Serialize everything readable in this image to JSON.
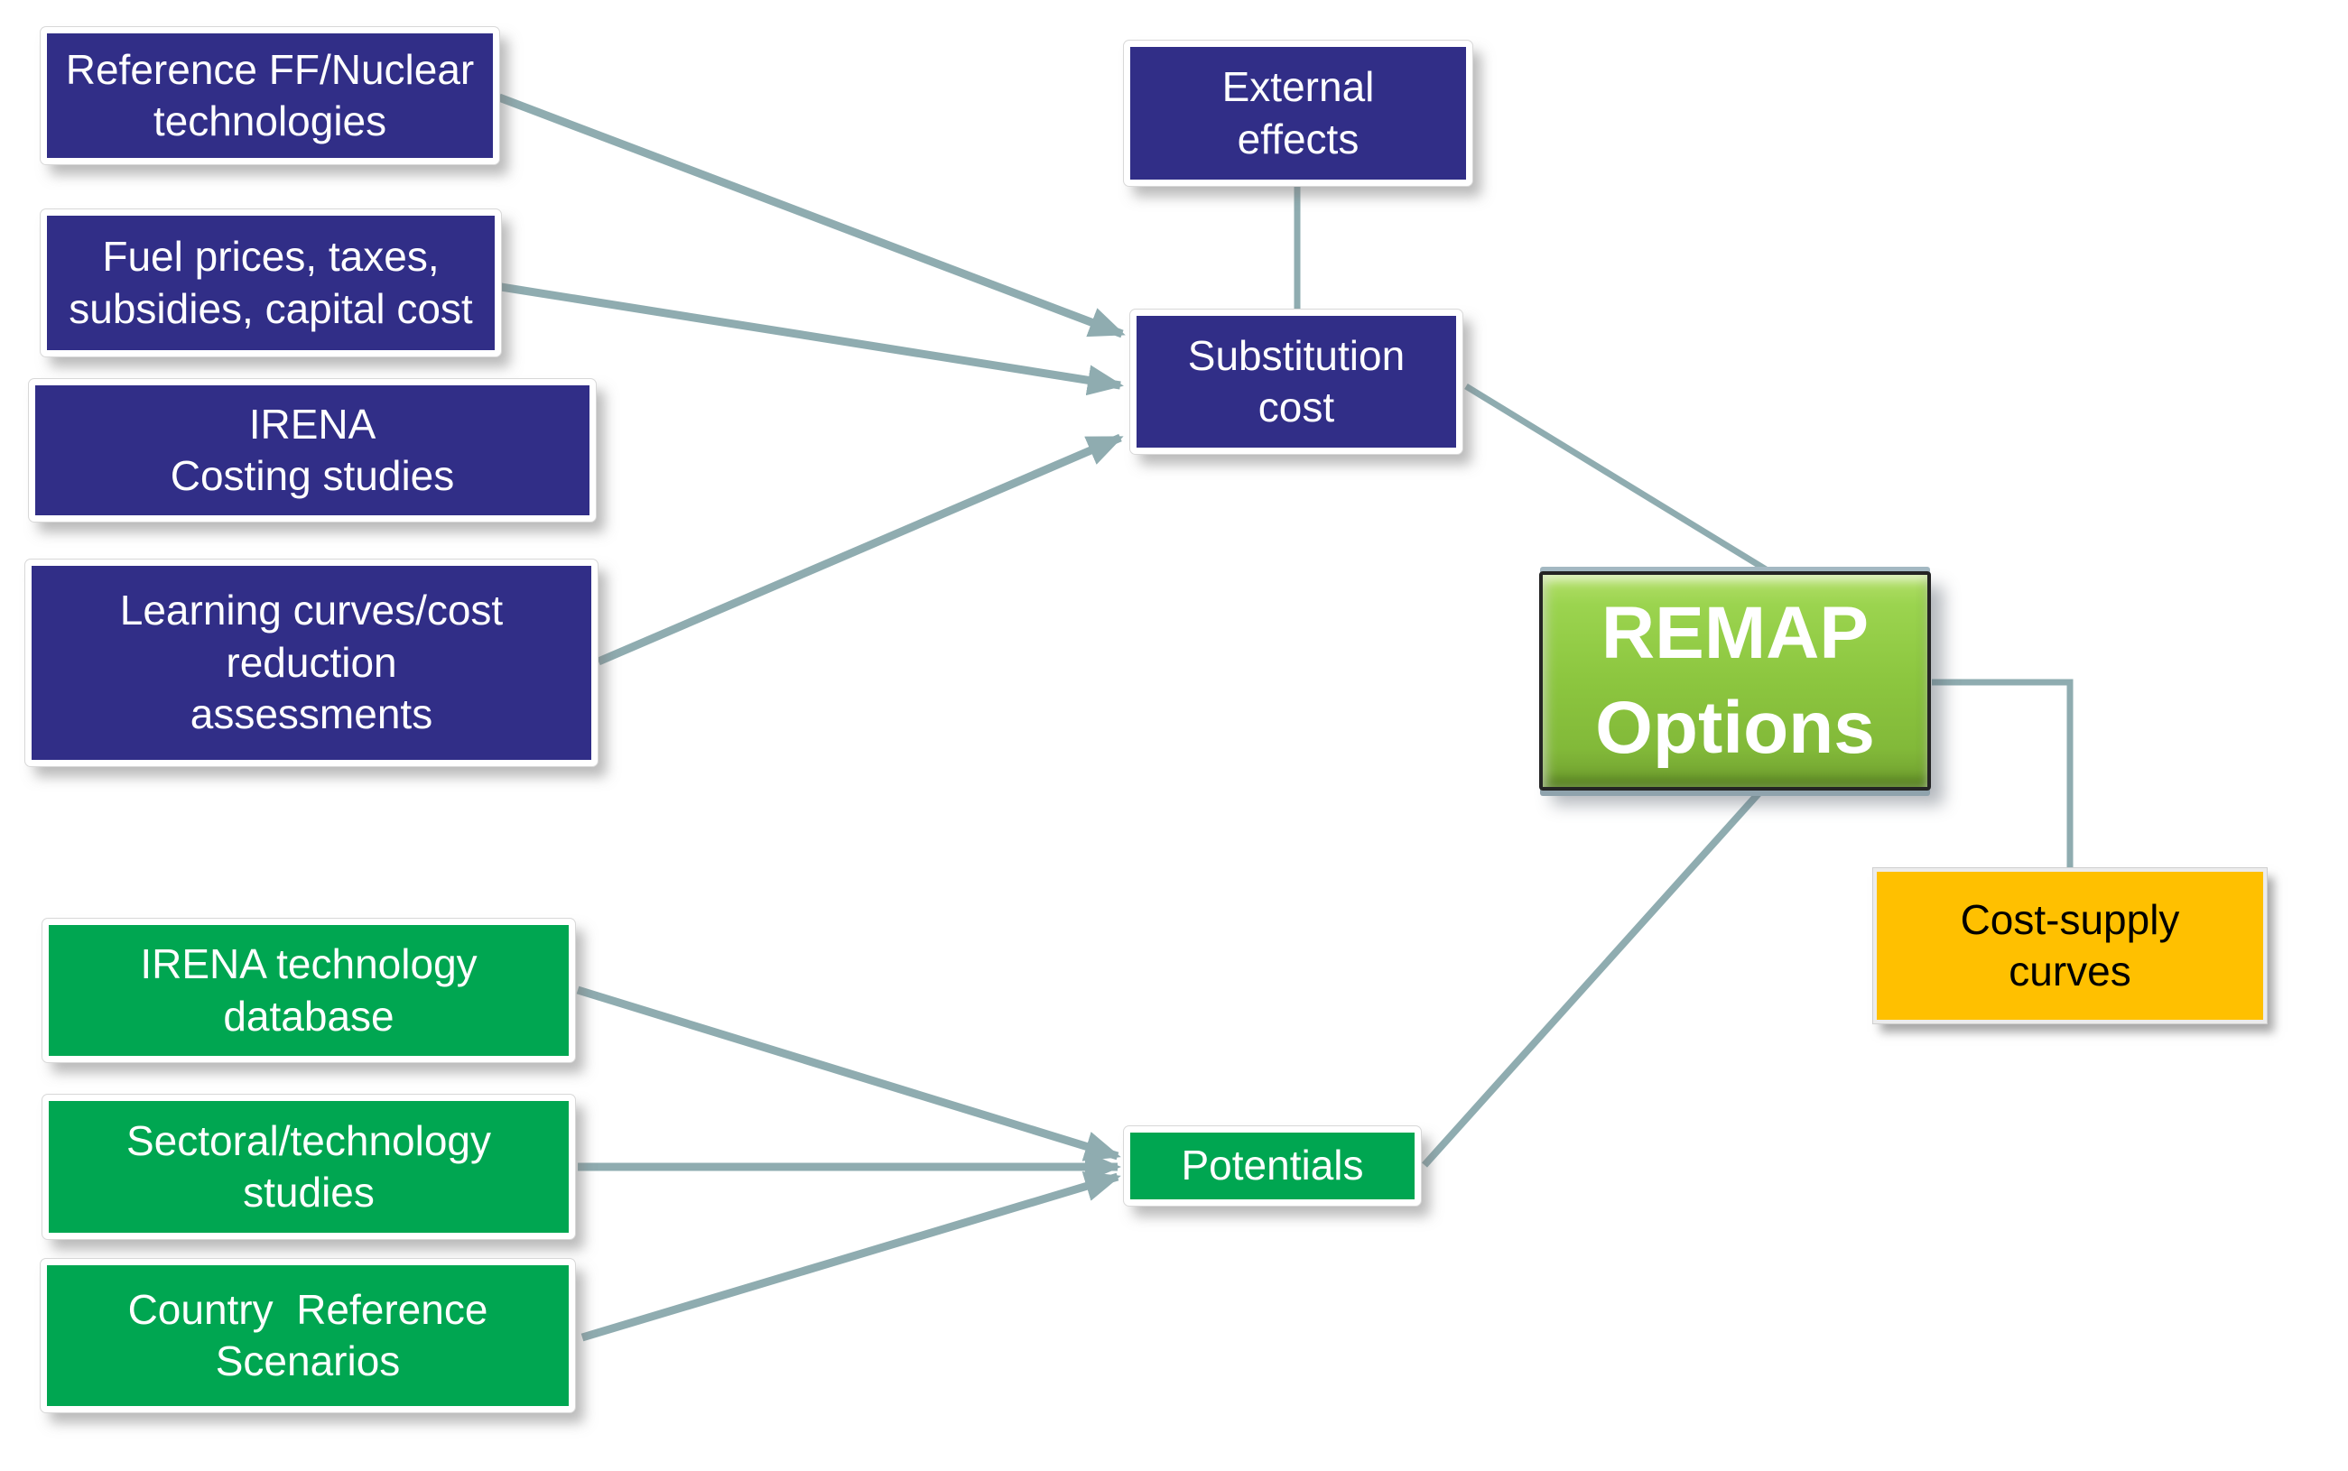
{
  "nodes": {
    "reference_ff_nuclear": {
      "label": "Reference FF/Nuclear technologies",
      "lines": [
        "Reference FF/Nuclear",
        "technologies"
      ]
    },
    "fuel_prices": {
      "label": "Fuel prices, taxes, subsidies, capital cost",
      "lines": [
        "Fuel prices, taxes,",
        "subsidies, capital cost"
      ]
    },
    "irena_costing": {
      "label": "IRENA Costing studies",
      "lines": [
        "IRENA",
        "Costing studies"
      ]
    },
    "learning_curves": {
      "label": "Learning curves/cost reduction assessments",
      "lines": [
        "Learning curves/cost",
        "reduction",
        "assessments"
      ]
    },
    "external_effects": {
      "label": "External effects",
      "lines": [
        "External",
        "effects"
      ]
    },
    "substitution_cost": {
      "label": "Substitution cost",
      "lines": [
        "Substitution",
        "cost"
      ]
    },
    "remap_options": {
      "label": "REMAP Options",
      "lines": [
        "REMAP",
        "Options"
      ]
    },
    "cost_supply_curves": {
      "label": "Cost-supply curves",
      "lines": [
        "Cost-supply",
        "curves"
      ]
    },
    "irena_tech_db": {
      "label": "IRENA technology database",
      "lines": [
        "IRENA technology",
        "database"
      ]
    },
    "sectoral_studies": {
      "label": "Sectoral/technology studies",
      "lines": [
        "Sectoral/technology",
        "studies"
      ]
    },
    "country_ref_scenarios": {
      "label": "Country  Reference Scenarios",
      "lines": [
        "Country  Reference",
        "Scenarios"
      ]
    },
    "potentials": {
      "label": "Potentials",
      "lines": [
        "Potentials"
      ]
    }
  },
  "edges": [
    {
      "from": "reference_ff_nuclear",
      "to": "substitution_cost",
      "arrow": true
    },
    {
      "from": "fuel_prices",
      "to": "substitution_cost",
      "arrow": true
    },
    {
      "from": "learning_curves",
      "to": "substitution_cost",
      "arrow": true
    },
    {
      "from": "external_effects",
      "to": "substitution_cost",
      "arrow": false
    },
    {
      "from": "substitution_cost",
      "to": "remap_options",
      "arrow": false
    },
    {
      "from": "irena_tech_db",
      "to": "potentials",
      "arrow": true
    },
    {
      "from": "sectoral_studies",
      "to": "potentials",
      "arrow": true
    },
    {
      "from": "country_ref_scenarios",
      "to": "potentials",
      "arrow": true
    },
    {
      "from": "potentials",
      "to": "remap_options",
      "arrow": false
    },
    {
      "from": "remap_options",
      "to": "cost_supply_curves",
      "arrow": false
    }
  ],
  "colors": {
    "dark_blue_box": "#312E87",
    "green_box": "#00A651",
    "remap_green": "#8CC63F",
    "orange_box": "#FFC000",
    "connector": "#8FACB0",
    "light_text": "#FFFFFF",
    "dark_text": "#000000",
    "background": "#FFFFFF"
  }
}
